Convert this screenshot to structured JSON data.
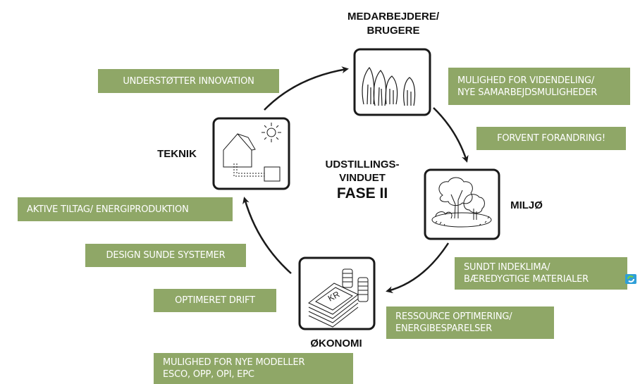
{
  "nodes": {
    "people": {
      "label_line1": "MEDARBEJDERE/",
      "label_line2": "BRUGERE",
      "icon": "people-icon"
    },
    "technology": {
      "label": "TEKNIK",
      "icon": "house-sun-icon"
    },
    "environment": {
      "label": "MILJØ",
      "icon": "trees-icon"
    },
    "economy": {
      "label": "ØKONOMI",
      "icon": "money-coins-icon"
    }
  },
  "center": {
    "line1": "UDSTILLINGS-",
    "line2": "VINDUET",
    "line3": "FASE II"
  },
  "tags": {
    "innovation": "UNDERSTØTTER INNOVATION",
    "knowledge_line1": "MULIGHED FOR VIDENDELING/",
    "knowledge_line2": "NYE SAMARBEJDSMULIGHEDER",
    "change": "FORVENT FORANDRING!",
    "active": "AKTIVE TILTAG/ ENERGIPRODUKTION",
    "design": "DESIGN SUNDE SYSTEMER",
    "indoor_line1": "SUNDT INDEKLIMA/",
    "indoor_line2": "BÆREDYGTIGE MATERIALER",
    "operation": "OPTIMERET DRIFT",
    "resource_line1": "RESSOURCE OPTIMERING/",
    "resource_line2": "ENERGIBESPARELSER",
    "models_line1": "MULIGHED FOR NYE MODELLER",
    "models_line2": "ESCO, OPP, OPI, EPC"
  },
  "money_text": "KR",
  "colors": {
    "tag_background": "#8fa767",
    "tag_text": "#ffffff",
    "line": "#1a1a1a"
  },
  "badge_icon": "refresh-icon"
}
